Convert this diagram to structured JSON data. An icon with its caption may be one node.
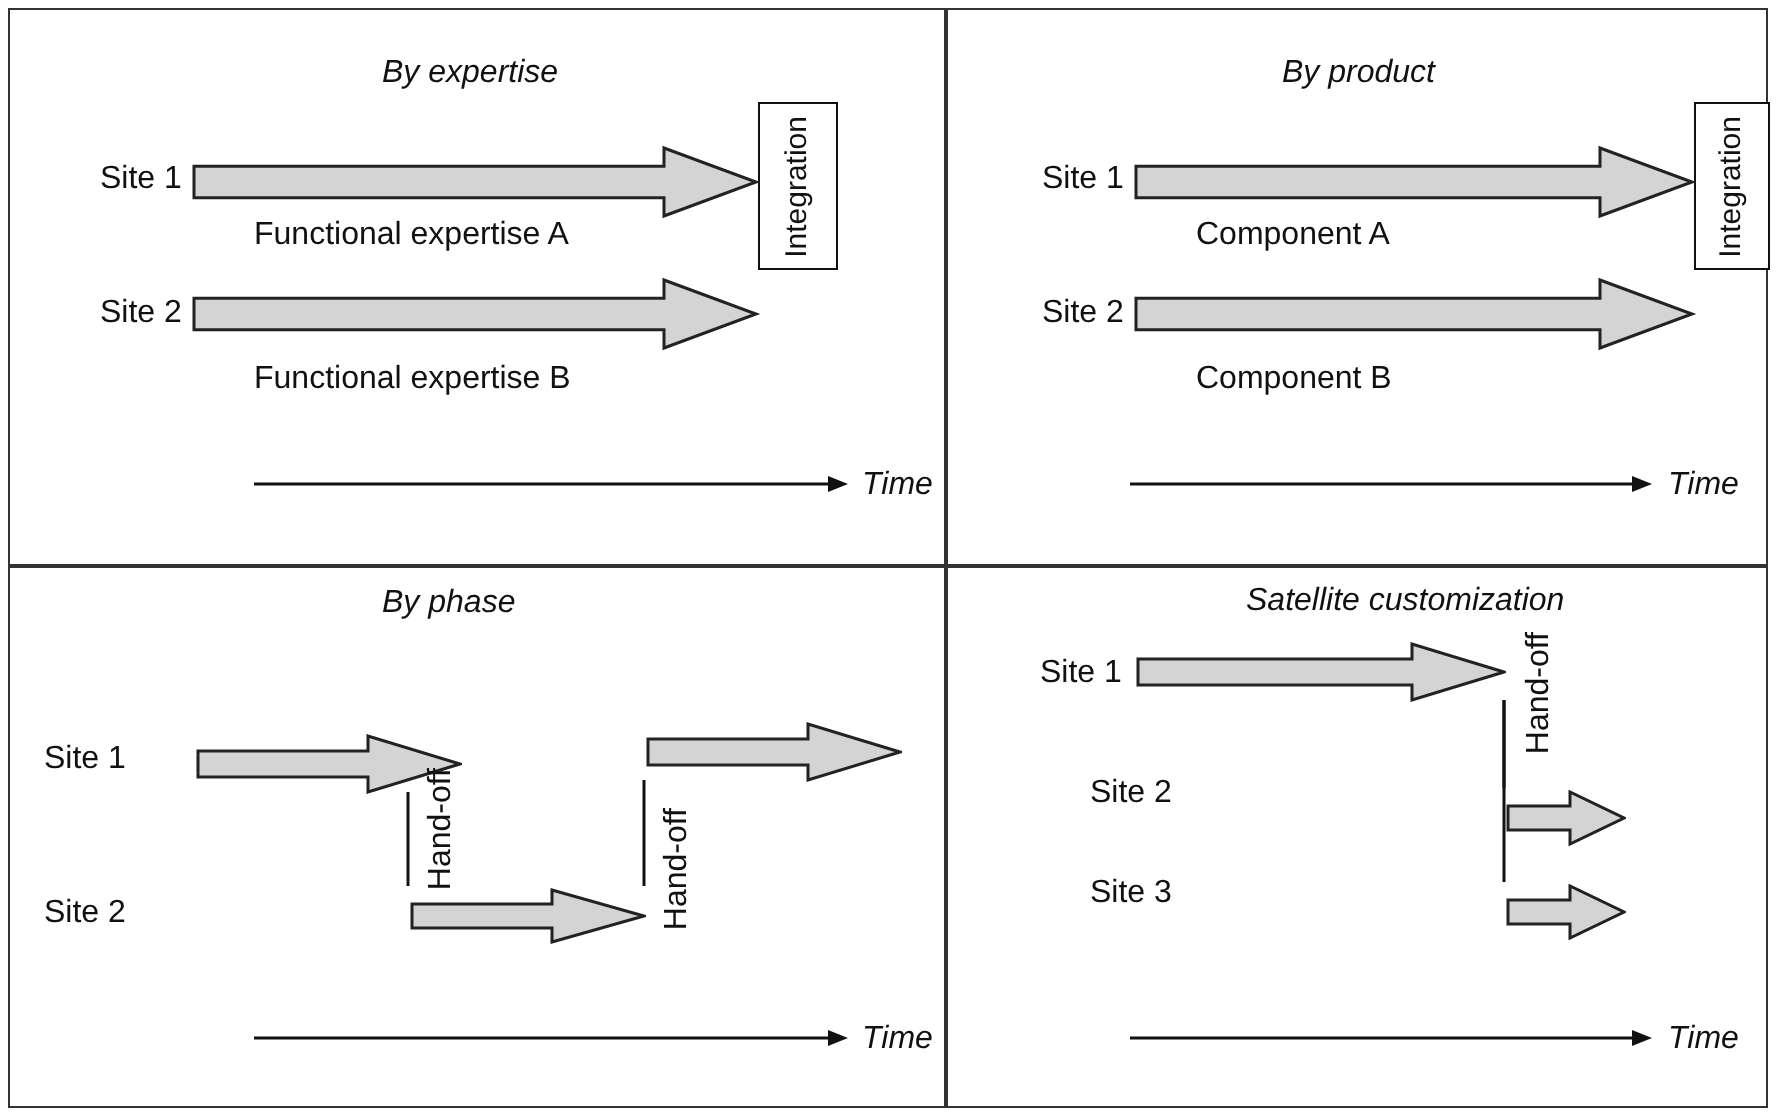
{
  "diagram": {
    "nodes": [
      {
        "text": [
          "By expertise"
        ]
      },
      {
        "text": [
          "Integration"
        ],
        "in": 0
      },
      {
        "text": [
          "By product"
        ]
      },
      {
        "text": [
          "Integration"
        ],
        "in": 2
      },
      {
        "text": [
          "By phase"
        ]
      },
      {
        "text": [],
        "shape": "arrow",
        "in": 4
      },
      {
        "text": [],
        "shape": "arrow",
        "in": 4
      },
      {
        "text": [],
        "shape": "arrow",
        "in": 4
      },
      {
        "text": [
          "Satellite customization"
        ]
      },
      {
        "text": [],
        "shape": "arrow",
        "in": 8
      },
      {
        "text": [],
        "shape": "arrow",
        "in": 8
      },
      {
        "text": [],
        "shape": "arrow",
        "in": 8
      }
    ],
    "edges": [
      {
        "from": null,
        "to": 1,
        "arrow": "to",
        "style": "thick",
        "label": "Functional expertise A"
      },
      {
        "from": null,
        "to": 1,
        "arrow": "to",
        "style": "thick",
        "label": "Functional expertise B"
      },
      {
        "from": null,
        "to": 3,
        "arrow": "to",
        "style": "thick",
        "label": "Component A"
      },
      {
        "from": null,
        "to": 3,
        "arrow": "to",
        "style": "thick",
        "label": "Component B"
      },
      {
        "from": 5,
        "to": 6,
        "arrow": "none",
        "label": "Hand-off"
      },
      {
        "from": 6,
        "to": 7,
        "arrow": "none",
        "label": "Hand-off"
      },
      {
        "from": 9,
        "to": 10,
        "arrow": "none",
        "label": "Hand-off"
      },
      {
        "from": 9,
        "to": 11,
        "arrow": "none"
      }
    ],
    "labels": [
      "Site 1",
      "Site 2",
      "Time",
      "Site 1",
      "Site 2",
      "Time",
      "Site 1",
      "Site 2",
      "Time",
      "Site 1",
      "Site 2",
      "Site 3",
      "Time"
    ]
  }
}
